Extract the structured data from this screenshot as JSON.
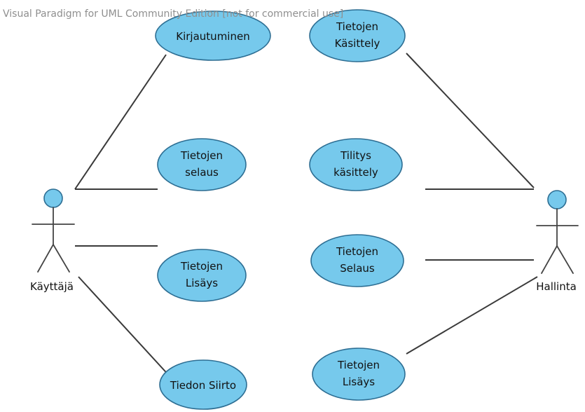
{
  "watermark": "Visual Paradigm for UML Community Edition [not for commercial use]",
  "colors": {
    "usecase_fill": "#76c9ec",
    "usecase_stroke": "#2d6e93",
    "line": "#3a3a3a",
    "watermark": "#8f8f8f"
  },
  "actors": {
    "kayttaja": {
      "label": "Käyttäjä"
    },
    "hallinta": {
      "label": "Hallinta"
    }
  },
  "usecases": {
    "kirjautuminen": {
      "lines": [
        "Kirjautuminen"
      ]
    },
    "tietojen_kasittely": {
      "lines": [
        "Tietojen",
        "Käsittely"
      ]
    },
    "tietojen_selaus_left": {
      "lines": [
        "Tietojen",
        "selaus"
      ]
    },
    "tilitys_kasittely": {
      "lines": [
        "Tilitys",
        "käsittely"
      ]
    },
    "tietojen_lisays_left": {
      "lines": [
        "Tietojen",
        "Lisäys"
      ]
    },
    "tietojen_selaus_right": {
      "lines": [
        "Tietojen",
        "Selaus"
      ]
    },
    "tiedon_siirto": {
      "lines": [
        "Tiedon Siirto"
      ]
    },
    "tietojen_lisays_right": {
      "lines": [
        "Tietojen",
        "Lisäys"
      ]
    }
  }
}
